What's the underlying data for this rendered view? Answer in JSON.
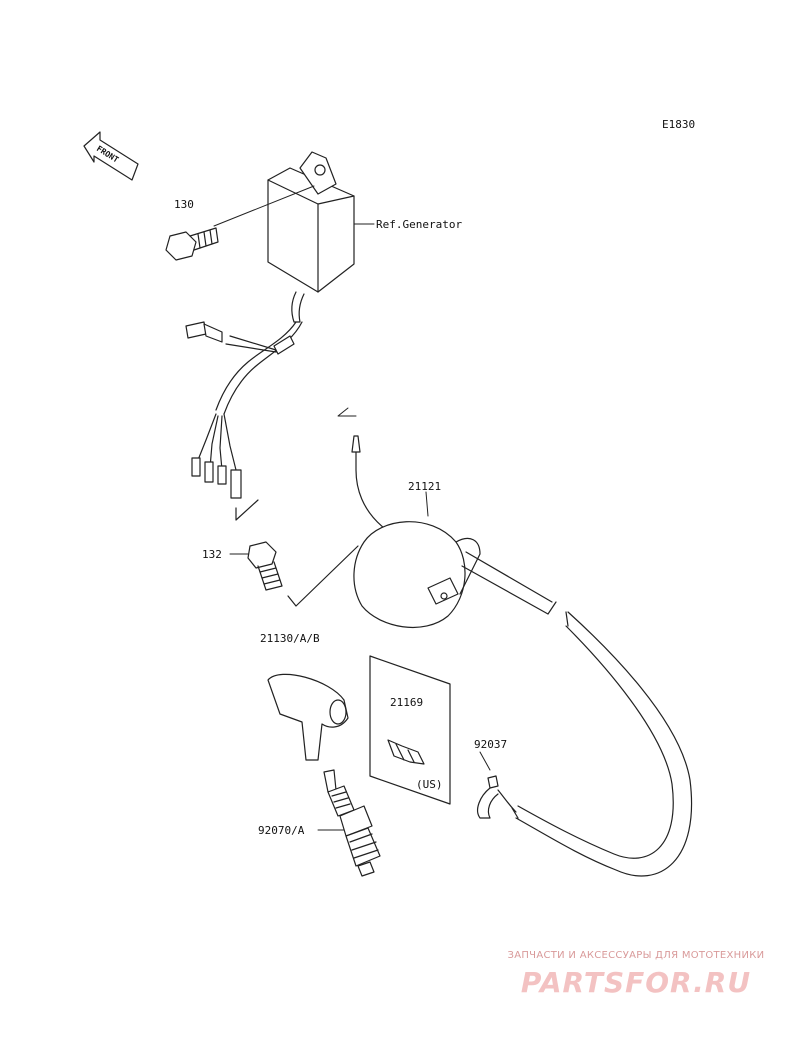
{
  "diagram": {
    "code": "E1830",
    "front_label": "FRONT",
    "parts": {
      "bolt_130": "130",
      "ref_generator": "Ref.Generator",
      "bolt_132": "132",
      "coil_21121": "21121",
      "cap_21130": "21130/A/B",
      "clip_21169": "21169",
      "us_note": "(US)",
      "clamp_92037": "92037",
      "plug_92070": "92070/A"
    }
  },
  "watermark": {
    "subtitle": "ЗАПЧАСТИ И АКСЕССУАРЫ ДЛЯ МОТОТЕХНИКИ",
    "logo_text": "PARTSFOR.RU"
  }
}
